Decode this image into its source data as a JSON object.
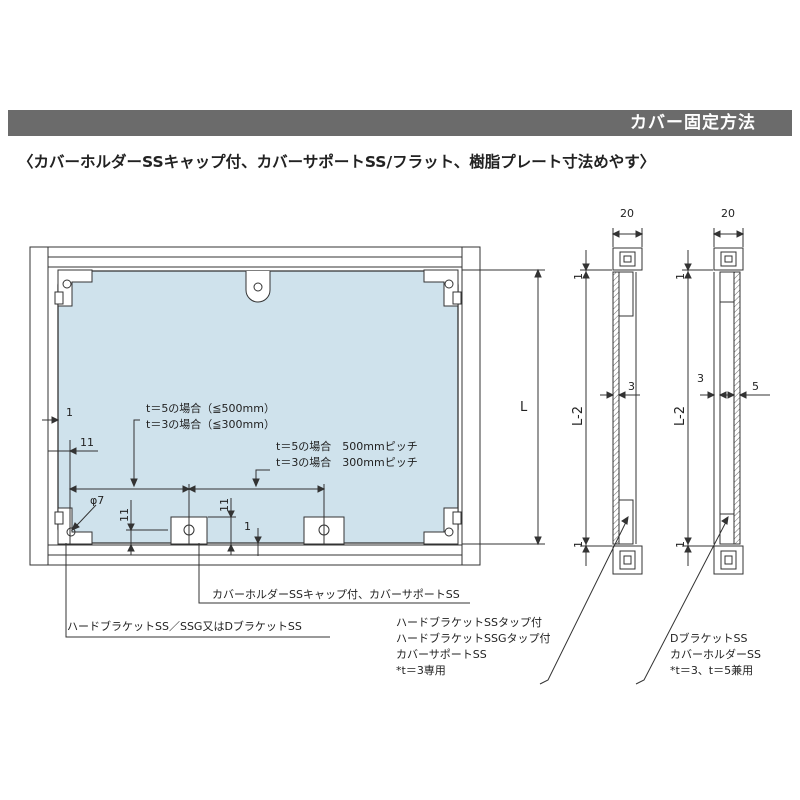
{
  "header": {
    "title": "カバー固定方法"
  },
  "subtitle": "〈カバーホルダーSSキャップ付、カバーサポートSS/フラット、樹脂プレート寸法めやす〉",
  "colors": {
    "header_bg": "#6b6b6b",
    "panel_fill": "#cfe2ec",
    "line": "#333333"
  },
  "front_view": {
    "dims": {
      "d1": "1",
      "d11_left": "11",
      "phi7": "φ7",
      "d11_a": "11",
      "d11_b": "11",
      "d1_b": "1",
      "L": "L"
    },
    "note_thickness": {
      "line1": "t＝5の場合（≦500mm）",
      "line2": "t＝3の場合（≦300mm）"
    },
    "note_pitch": {
      "line1": "t＝5の場合　500mmピッチ",
      "line2": "t＝3の場合　300mmピッチ"
    },
    "callout_cover_holder": "カバーホルダーSSキャップ付、カバーサポートSS",
    "callout_bracket": "ハードブラケットSS／SSG又はDブラケットSS"
  },
  "side_view_a": {
    "dims": {
      "width": "20",
      "top": "1",
      "length": "L-2",
      "thick": "3",
      "bottom": "1"
    },
    "callout": {
      "line1": "ハードブラケットSSタップ付",
      "line2": "ハードブラケットSSGタップ付",
      "line3": "カバーサポートSS",
      "line4": "*t＝3専用"
    }
  },
  "side_view_b": {
    "dims": {
      "width": "20",
      "top": "1",
      "length": "L-2",
      "thick": "3",
      "gap": "5",
      "bottom": "1"
    },
    "callout": {
      "line1": "DブラケットSS",
      "line2": "カバーホルダーSS",
      "line3": "*t＝3、t＝5兼用"
    }
  }
}
